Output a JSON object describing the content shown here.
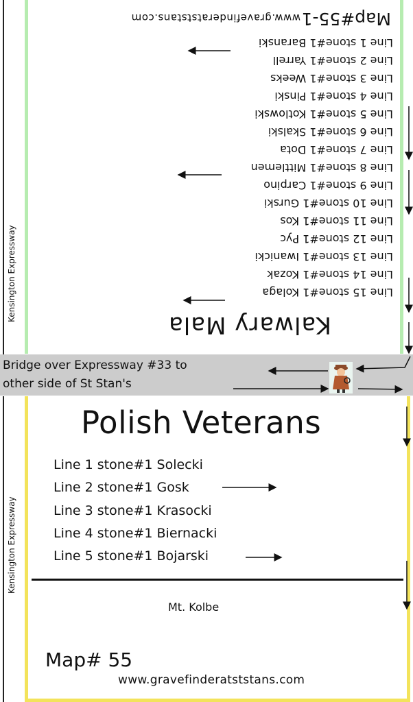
{
  "top_section": {
    "map_id": "Map#55-1",
    "url": "www.gravefinderatststans.com",
    "title": "Kalwary Mala",
    "road_label": "Kensington Expressway",
    "lines": [
      "Line 1 stone#1 Baranski",
      "Line 2 stone#1 Yarrell",
      "Line 3 stone#1 Weeks",
      "Line 4 stone#1 Pinski",
      "Line 5 stone#1 Kotlowski",
      "Line 6 stone#1 Skalski",
      "Line 7 stone#1 Dota",
      "Line 8 stone#1 Mittlemen",
      "Line 9 stone#1 Carpino",
      "Line 10 stone#1 Gurski",
      "Line 11 stone#1 Kos",
      "Line 12 stone#1 Pyc",
      "Line 13 stone#1 Iwanicki",
      "Line 14 stone#1 Kozak",
      "Line 15 stone#1 Kolaga"
    ]
  },
  "bridge": {
    "text_line1": "Bridge over Expressway #33 to",
    "text_line2": "other side of St Stan's"
  },
  "bottom_section": {
    "title": "Polish Veterans",
    "road_label": "Kensington Expressway",
    "lines": [
      "Line 1 stone#1 Solecki",
      "Line 2 stone#1 Gosk",
      "Line 3 stone#1 Krasocki",
      "Line 4 stone#1 Biernacki",
      "Line 5 stone#1 Bojarski"
    ],
    "landmark": "Mt. Kolbe",
    "map_id": "Map# 55",
    "url": "www.gravefinderatststans.com"
  },
  "colors": {
    "top_border": "#b6ecb0",
    "bottom_border": "#f3e35b",
    "bridge_band": "#cccccc"
  }
}
